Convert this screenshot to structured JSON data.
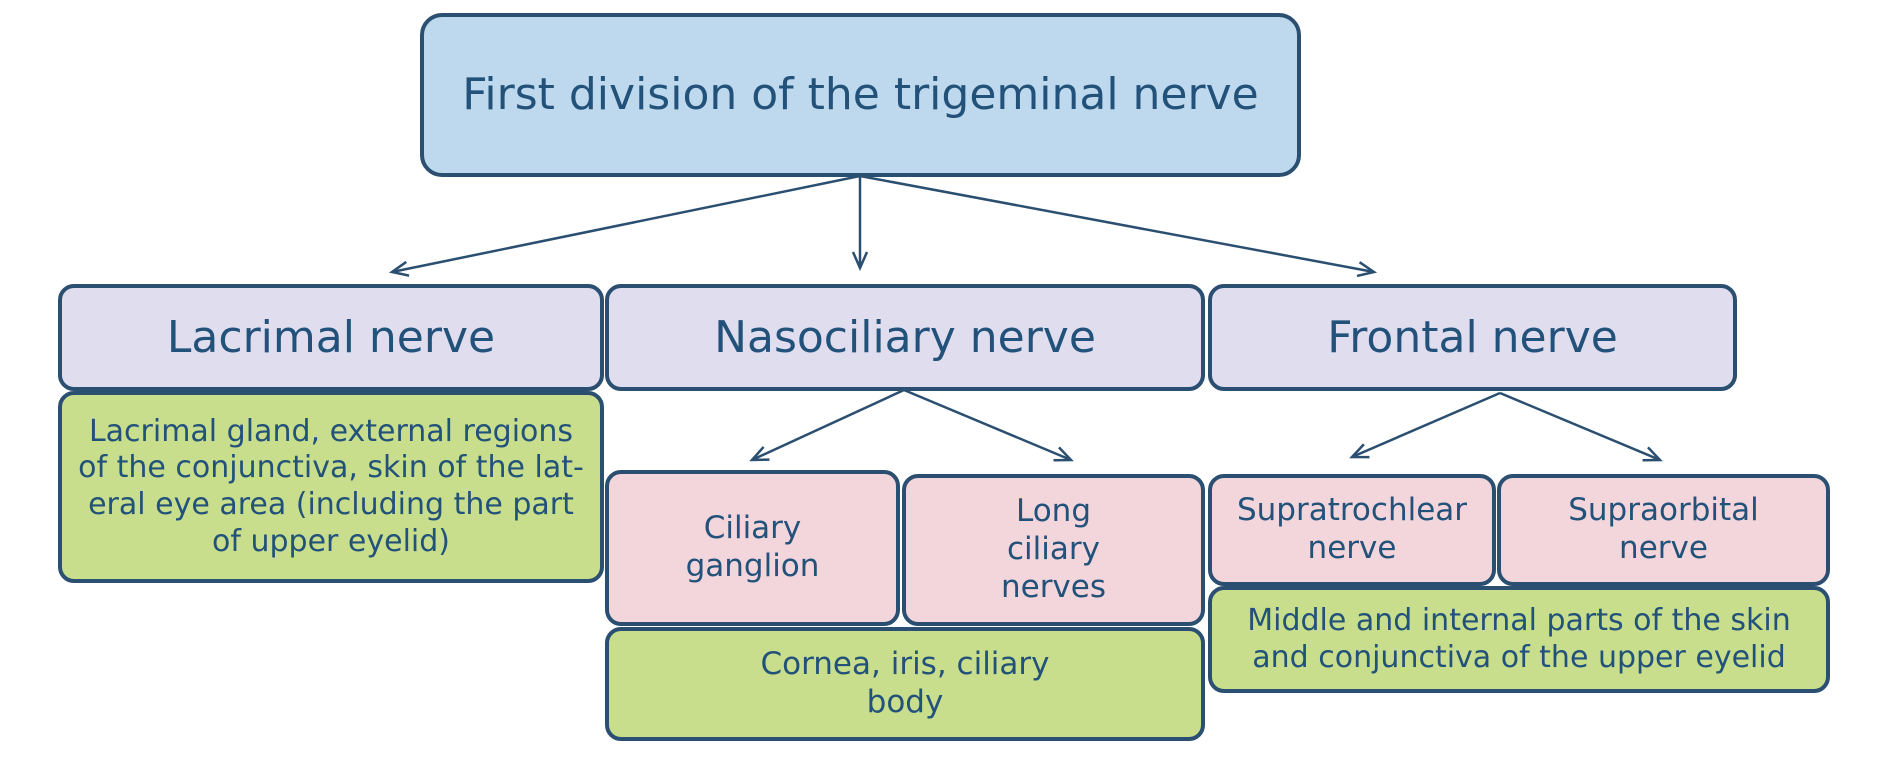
{
  "diagram": {
    "root": {
      "label": "First division of the trigeminal nerve"
    },
    "branches": {
      "lacrimal": {
        "label": "Lacrimal nerve",
        "description": "Lacrimal gland, external regions of the conjunctiva, skin of the lat-eral eye area (including the part of upper eyelid)"
      },
      "nasociliary": {
        "label": "Nasociliary nerve",
        "children": {
          "ciliary_ganglion": "Ciliary ganglion",
          "long_ciliary_nerves": "Long ciliary nerves"
        },
        "description": "Cornea, iris, ciliary body"
      },
      "frontal": {
        "label": "Frontal nerve",
        "children": {
          "supratrochlear": "Supratrochlear nerve",
          "supraorbital": "Supraorbital nerve"
        },
        "description": "Middle and internal parts of the skin and conjunctiva of the upper eyelid"
      }
    },
    "colors": {
      "root_fill": "#bed8ed",
      "nerve_fill": "#e0ddef",
      "sub_nerve_fill": "#f3d5dc",
      "target_fill": "#c8de8c",
      "border": "#2b4f70",
      "text": "#22527a"
    }
  }
}
